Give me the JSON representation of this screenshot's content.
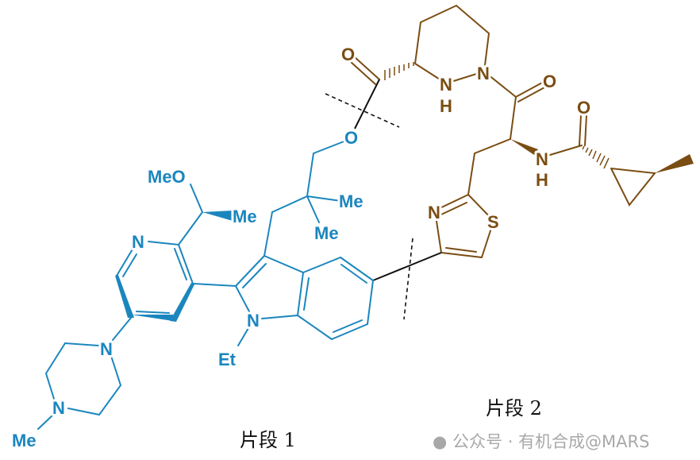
{
  "colors": {
    "fragment1": "#1b86be",
    "fragment2": "#7a4d12",
    "linker": "#111111"
  },
  "fragment1": {
    "caption": "片段 1",
    "atoms": {
      "methoxy": "MeO",
      "me_wedge": "Me",
      "pyridine_n": "N",
      "me_a": "Me",
      "me_b": "Me",
      "ether_o": "O",
      "indole_n": "N",
      "ethyl": "Et",
      "piperazine_n1": "N",
      "piperazine_n4": "N",
      "n_methyl": "Me"
    }
  },
  "fragment2": {
    "caption": "片段 2",
    "atoms": {
      "ester_o": "O",
      "nh_n": "N",
      "nh_h": "H",
      "ring_n": "N",
      "amide_o": "O",
      "amide_nh_n": "N",
      "amide_nh_h": "H",
      "cp_amide_o": "O",
      "thiazole_n": "N",
      "thiazole_s": "S"
    }
  },
  "watermark": {
    "text": "公众号 · 有机合成@MARS",
    "icon": "wechat-icon"
  }
}
